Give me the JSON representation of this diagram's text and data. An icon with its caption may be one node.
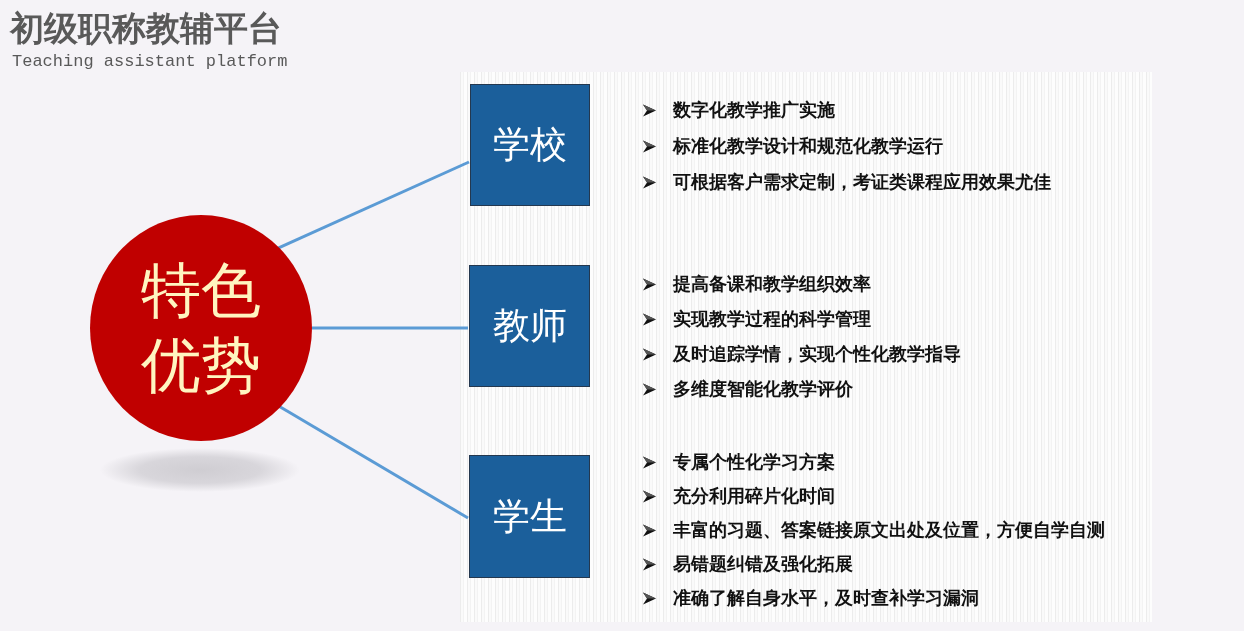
{
  "diagram": {
    "title": "初级职称教辅平台",
    "nodes": [
      {
        "text": [
          "特色优势"
        ]
      },
      {
        "text": [
          "学校"
        ],
        "beside": [
          "数字化教学推广实施",
          "标准化教学设计和规范化教学运行",
          "可根据客户需求定制，考证类课程应用效果尤佳"
        ]
      },
      {
        "text": [
          "教师"
        ],
        "beside": [
          "提高备课和教学组织效率",
          "实现教学过程的科学管理",
          "及时追踪学情，实现个性化教学指导",
          "多维度智能化教学评价"
        ]
      },
      {
        "text": [
          "学生"
        ],
        "beside": [
          "专属个性化学习方案",
          "充分利用碎片化时间",
          "丰富的习题、答案链接原文出处及位置，方便自学自测",
          "易错题纠错及强化拓展",
          "准确了解自身水平，及时查补学习漏洞"
        ]
      }
    ],
    "edges": [
      {
        "from": 0,
        "to": 1,
        "arrow": "none"
      },
      {
        "from": 0,
        "to": 2,
        "arrow": "none"
      },
      {
        "from": 0,
        "to": 3,
        "arrow": "none"
      }
    ],
    "labels": [
      "Teaching assistant platform"
    ]
  }
}
